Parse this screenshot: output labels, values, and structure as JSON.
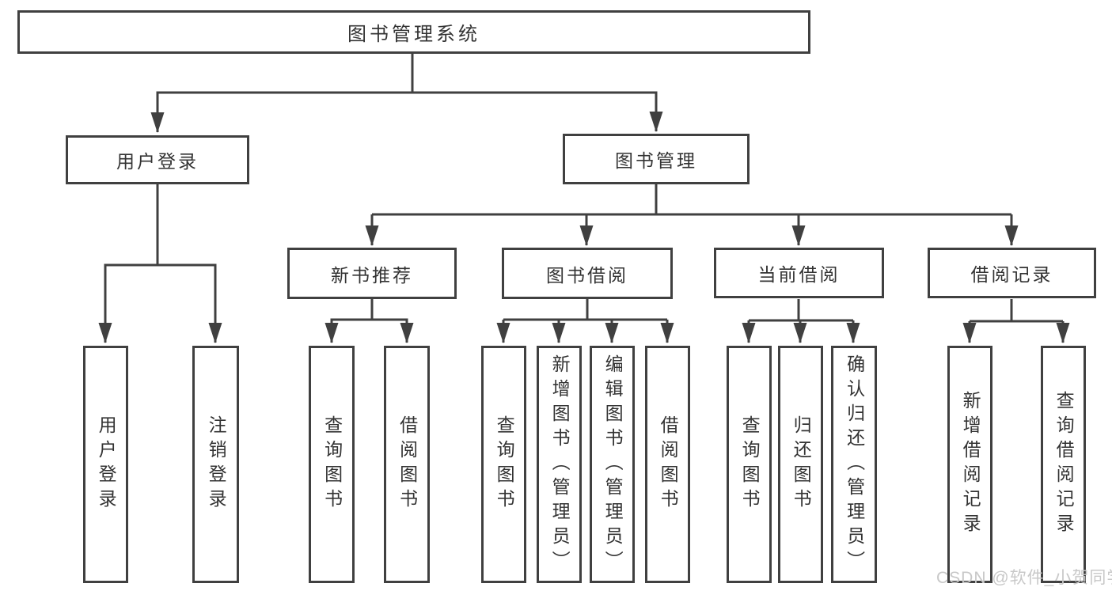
{
  "tree": {
    "label": "图书管理系统",
    "children": [
      {
        "label": "用户登录",
        "children": [
          {
            "label": "用户登录"
          },
          {
            "label": "注销登录"
          }
        ]
      },
      {
        "label": "图书管理",
        "children": [
          {
            "label": "新书推荐",
            "children": [
              {
                "label": "查询图书"
              },
              {
                "label": "借阅图书"
              }
            ]
          },
          {
            "label": "图书借阅",
            "children": [
              {
                "label": "查询图书"
              },
              {
                "label": "新增图书（管理员）"
              },
              {
                "label": "编辑图书（管理员）"
              },
              {
                "label": "借阅图书"
              }
            ]
          },
          {
            "label": "当前借阅",
            "children": [
              {
                "label": "查询图书"
              },
              {
                "label": "归还图书"
              },
              {
                "label": "确认归还（管理员）"
              }
            ]
          },
          {
            "label": "借阅记录",
            "children": [
              {
                "label": "新增借阅记录"
              },
              {
                "label": "查询借阅记录"
              }
            ]
          }
        ]
      }
    ]
  },
  "watermark": "CSDN @软件_小贺同学",
  "colors": {
    "line": "#404040",
    "text": "#333333",
    "background": "#ffffff",
    "watermark": "#c8c8c8"
  }
}
